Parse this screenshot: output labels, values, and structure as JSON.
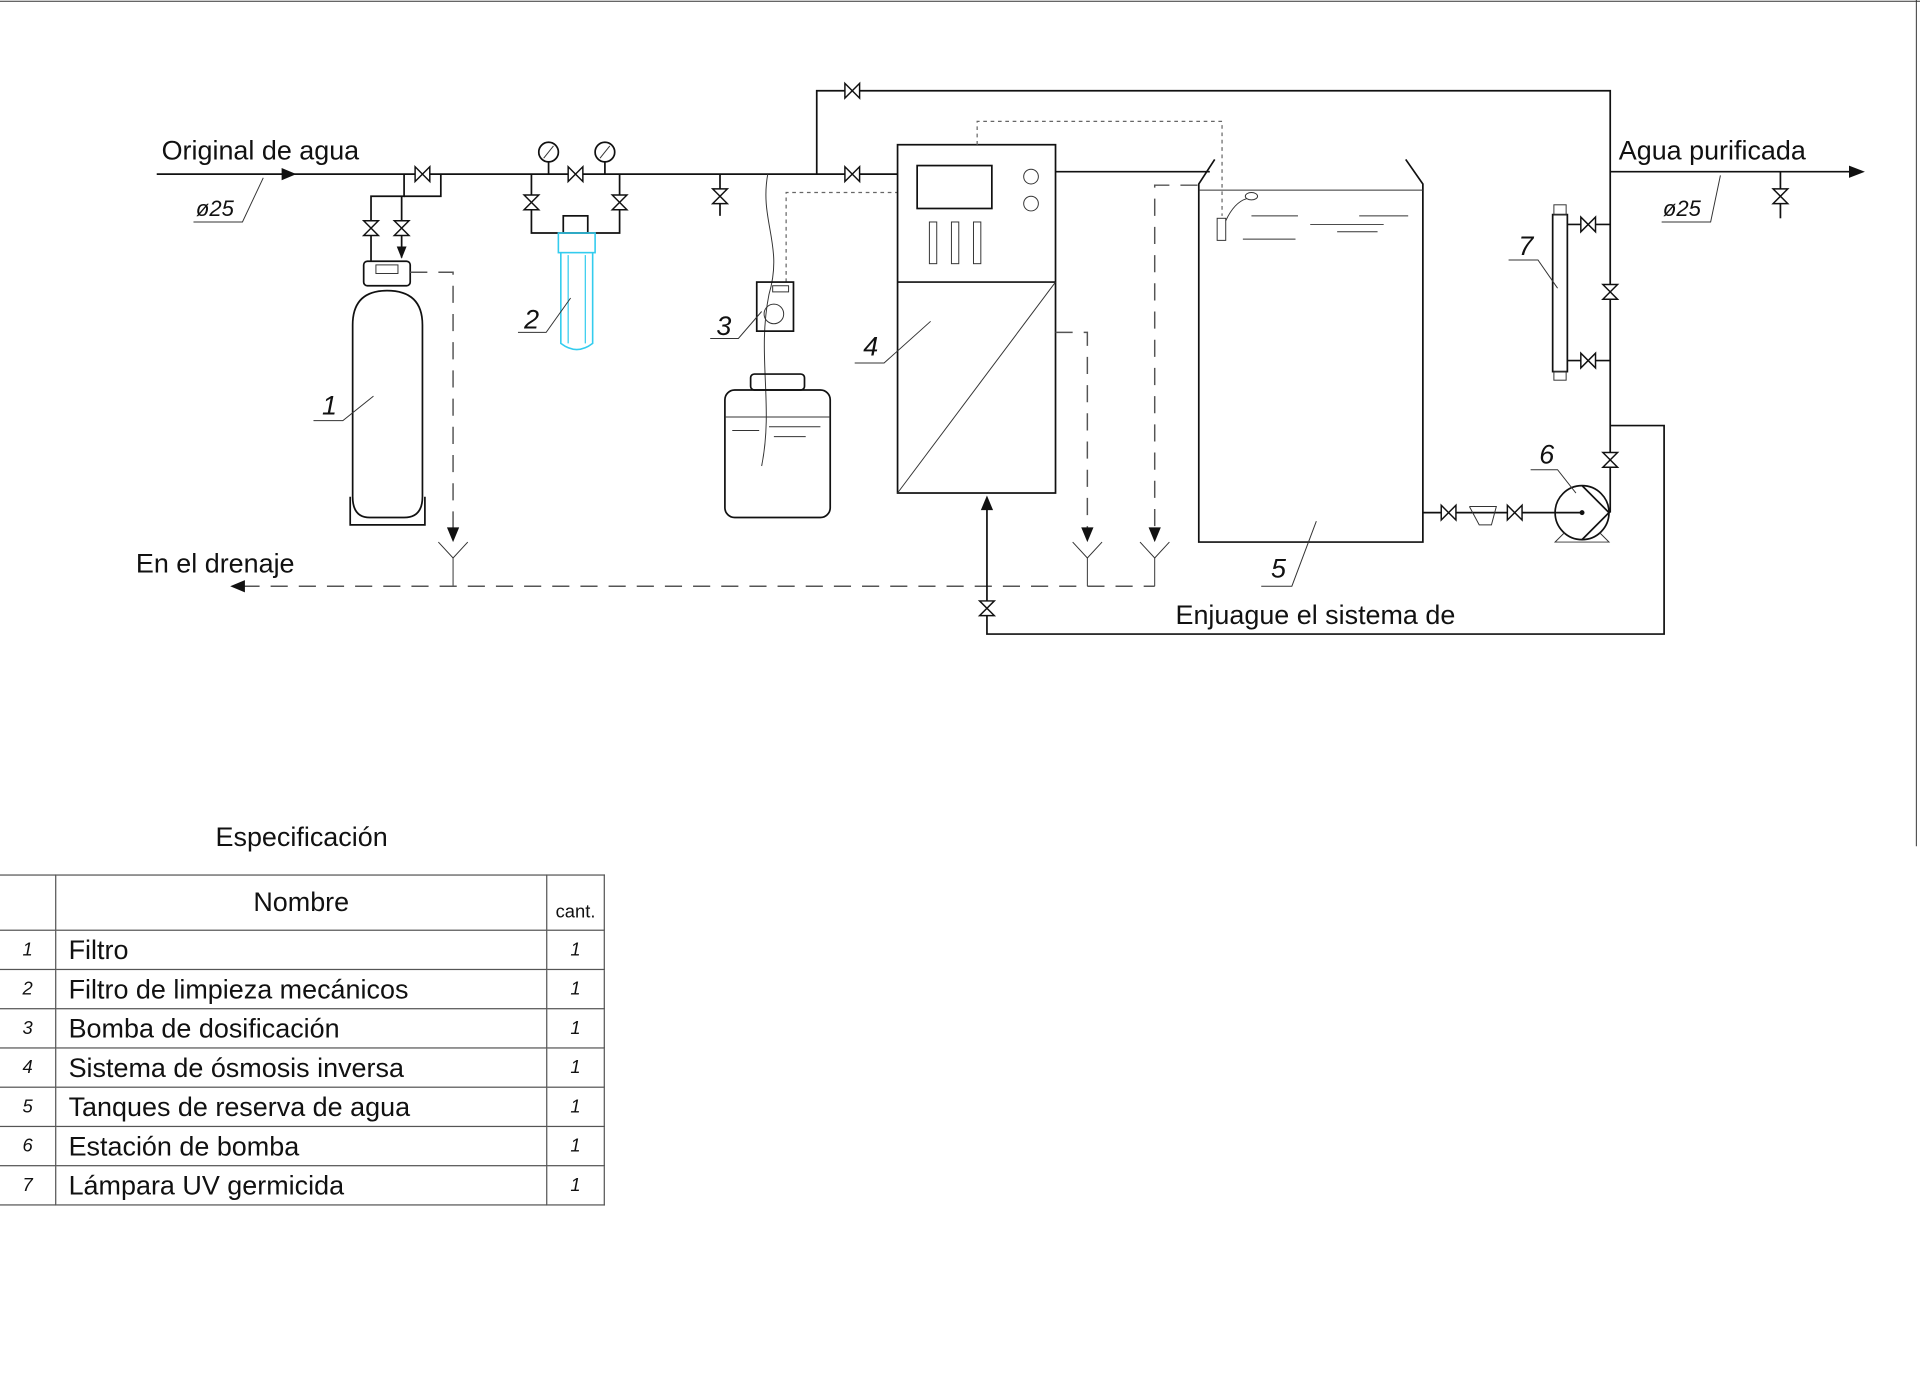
{
  "diagram": {
    "inlet_label": "Original de agua",
    "inlet_diameter": "ø25",
    "outlet_label": "Agua purificada",
    "outlet_diameter": "ø25",
    "drain_label": "En el drenaje",
    "rinse_label": "Enjuague el sistema de",
    "callouts": [
      "1",
      "2",
      "3",
      "4",
      "5",
      "6",
      "7"
    ]
  },
  "spec": {
    "title": "Especificación",
    "headers": {
      "num": "",
      "name": "Nombre",
      "qty": "cant."
    },
    "rows": [
      {
        "num": "1",
        "name": "Filtro",
        "qty": "1"
      },
      {
        "num": "2",
        "name": "Filtro de limpieza mecánicos",
        "qty": "1"
      },
      {
        "num": "3",
        "name": "Bomba de dosificación",
        "qty": "1"
      },
      {
        "num": "4",
        "name": "Sistema de ósmosis inversa",
        "qty": "1"
      },
      {
        "num": "5",
        "name": "Tanques de reserva  de agua",
        "qty": "1"
      },
      {
        "num": "6",
        "name": "Estación de bomba",
        "qty": "1"
      },
      {
        "num": "7",
        "name": "Lámpara UV  germicida",
        "qty": "1"
      }
    ]
  },
  "colors": {
    "line": "#111111",
    "filter_housing": "#33ccee",
    "dashed": "#555555"
  }
}
